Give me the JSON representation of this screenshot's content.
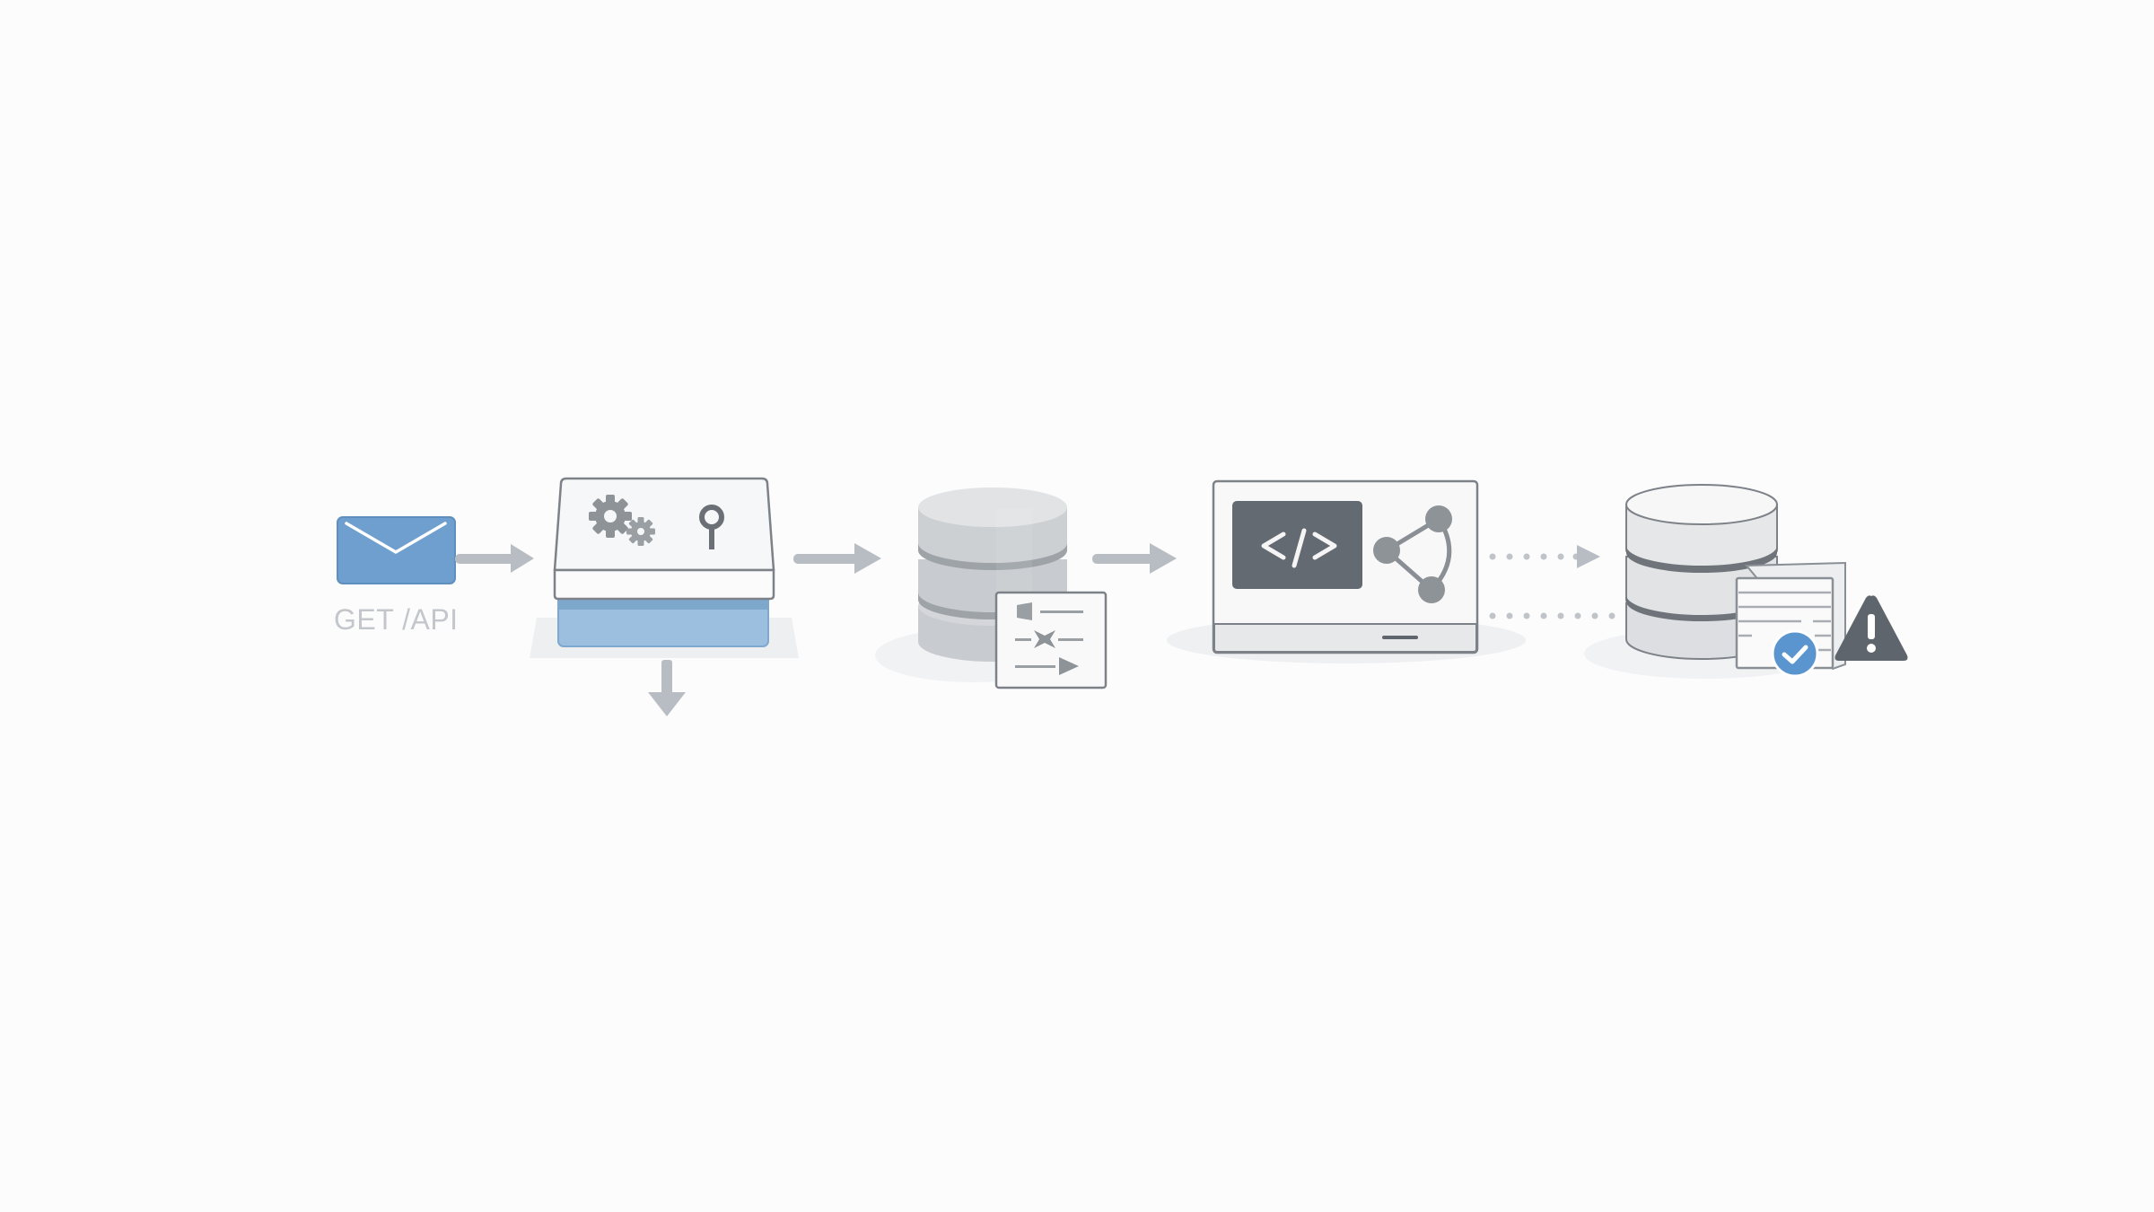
{
  "diagram": {
    "type": "pipeline-flow",
    "stages": [
      {
        "id": "request",
        "icon": "envelope-icon",
        "label": "GET /API"
      },
      {
        "id": "gateway",
        "icon": "gear-and-key-panel-icon",
        "sub_icons": [
          "gear-icon",
          "small-gear-icon",
          "key-icon"
        ]
      },
      {
        "id": "database-1",
        "icon": "database-icon",
        "overlay": "media-controls-document-icon"
      },
      {
        "id": "code-terminal",
        "icon": "terminal-icon",
        "sub_icons": [
          "code-brackets-icon",
          "share-network-icon"
        ],
        "code_text": "</>"
      },
      {
        "id": "database-2",
        "icon": "database-icon",
        "overlay": "document-icon",
        "badges": [
          "check-circle-icon",
          "warning-triangle-icon"
        ]
      }
    ],
    "connectors": [
      {
        "from": "request",
        "to": "gateway",
        "style": "solid-arrow"
      },
      {
        "from": "gateway",
        "to": "database-1",
        "style": "solid-arrow"
      },
      {
        "from": "gateway",
        "to": "below",
        "style": "solid-arrow-down"
      },
      {
        "from": "database-1",
        "to": "code-terminal",
        "style": "solid-arrow"
      },
      {
        "from": "code-terminal",
        "to": "database-2",
        "style": "dotted-arrow"
      },
      {
        "from": "code-terminal",
        "to": "database-2",
        "style": "dotted-line"
      }
    ],
    "colors": {
      "background": "#fcfcfd",
      "accent_blue": "#6e9fcf",
      "accent_blue_light": "#9cbfdf",
      "arrow_gray": "#b8bdc4",
      "icon_dark": "#5f656c",
      "icon_mid": "#8e9398",
      "outline": "#7d8288",
      "label_gray": "#c3c6cb",
      "check_blue": "#5a95cf"
    }
  }
}
